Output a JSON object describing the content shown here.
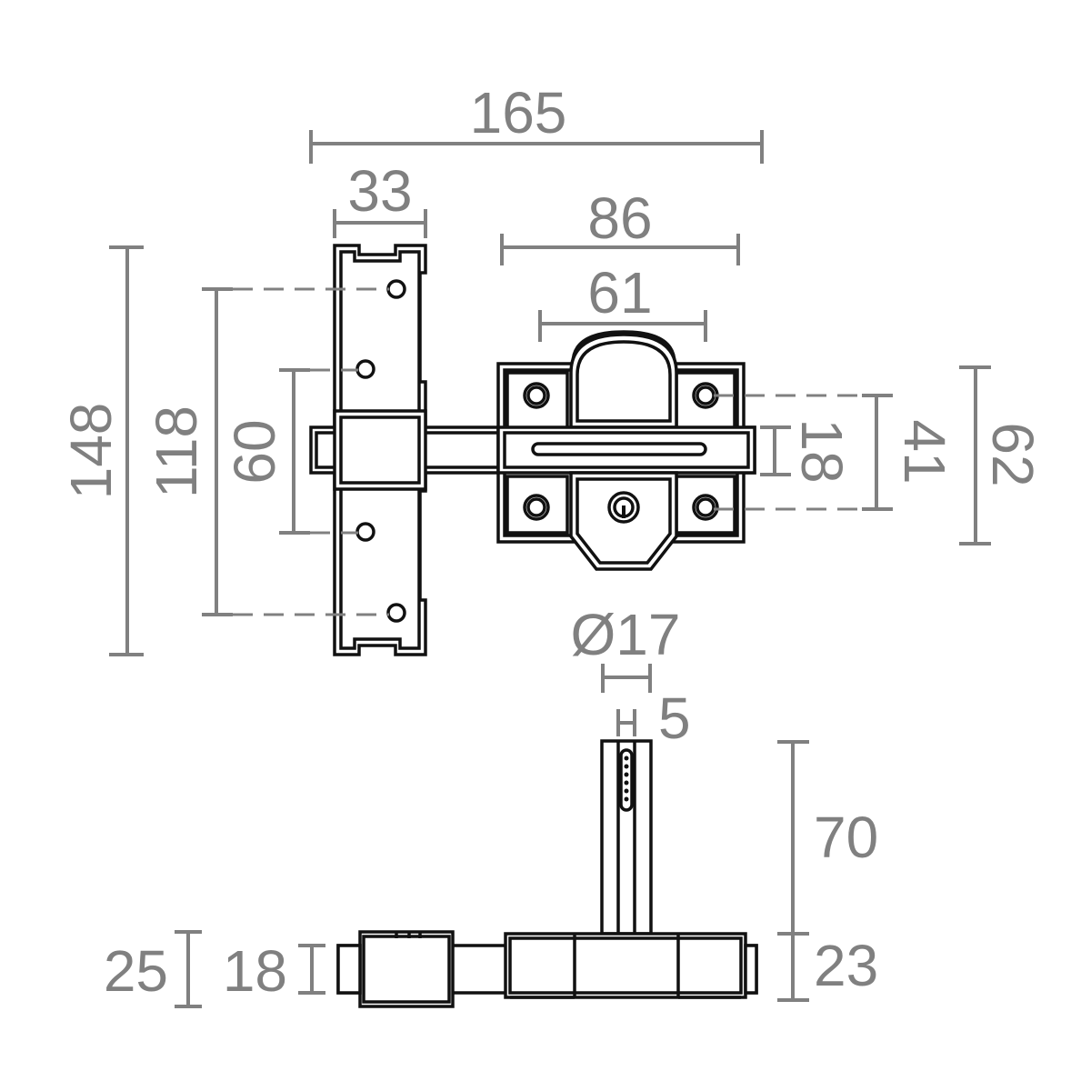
{
  "drawing": {
    "colors": {
      "dimension": "#808080",
      "object": "#111111"
    },
    "dimensions": {
      "overall_width": "165",
      "plate_width": "33",
      "case_width": "86",
      "case_inner_width": "61",
      "overall_height": "148",
      "plate_hole_span": "118",
      "plate_inner_hole_span": "60",
      "bolt_height": "18",
      "case_hole_span": "41",
      "case_height": "62",
      "key_diameter": "Ø17",
      "bar_thickness": "5",
      "bar_length": "70",
      "side_case_depth": "23",
      "side_plate_depth": "25",
      "side_bolt_depth": "18"
    }
  }
}
